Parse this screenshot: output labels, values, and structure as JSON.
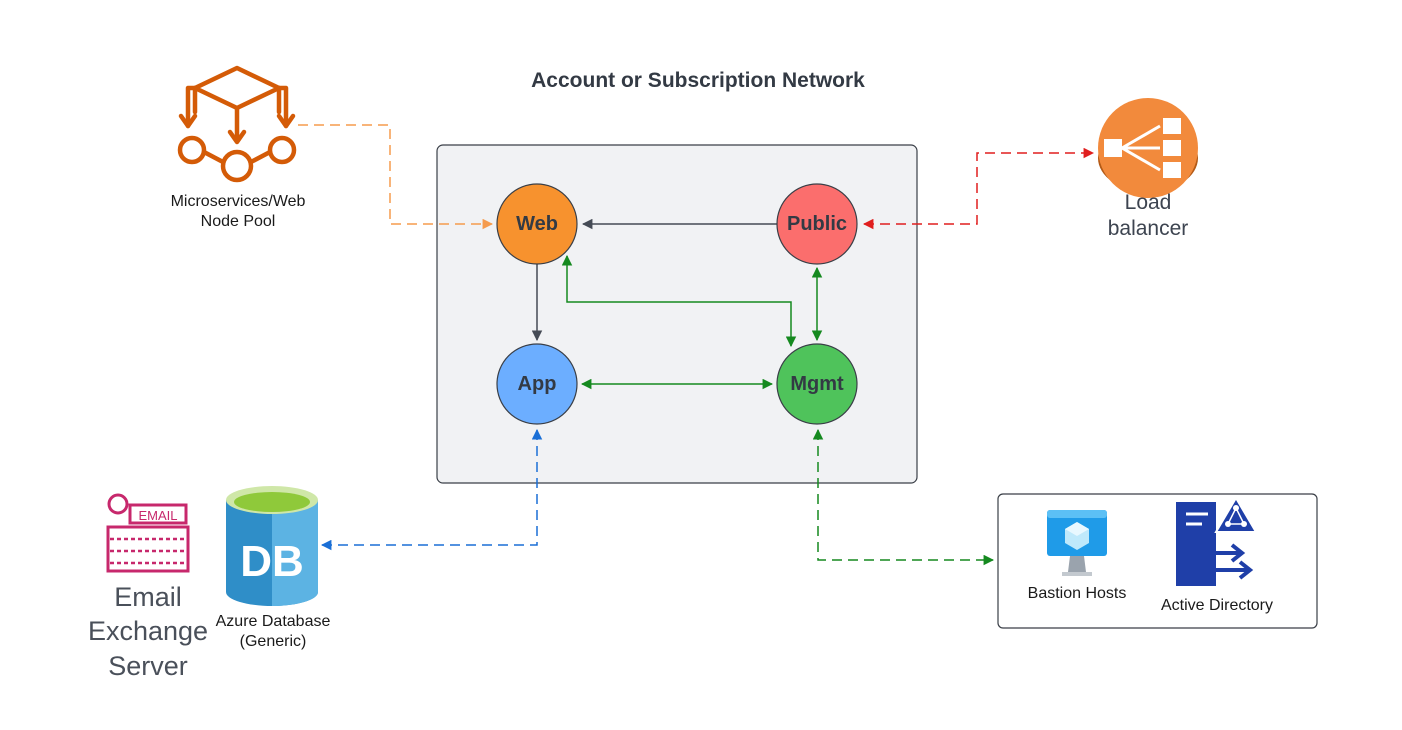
{
  "diagram": {
    "title": "Account or Subscription Network",
    "nodes": {
      "web": {
        "label": "Web",
        "color": "#f7922e"
      },
      "public": {
        "label": "Public",
        "color": "#fb6e6d"
      },
      "app": {
        "label": "App",
        "color": "#6caeff"
      },
      "mgmt": {
        "label": "Mgmt",
        "color": "#4fc35b"
      }
    },
    "external": {
      "microservices": {
        "label": "Microservices/Web Node Pool",
        "icon": "node-pool-icon",
        "color": "#d45b07"
      },
      "load_balancer": {
        "label": "Load balancer",
        "icon": "load-balancer-icon",
        "color": "#f28a3c"
      },
      "email_server": {
        "label": "Email Exchange Server",
        "icon": "email-icon",
        "badge": "EMAIL",
        "color": "#c7286c"
      },
      "database": {
        "label": "Azure Database (Generic)",
        "icon": "database-icon",
        "badge": "DB",
        "color": "#2f8ec8"
      },
      "bastion": {
        "label": "Bastion Hosts",
        "icon": "virtual-machine-icon"
      },
      "active_directory": {
        "label": "Active Directory",
        "icon": "active-directory-icon",
        "color": "#1f3fa8"
      }
    },
    "edge_colors": {
      "internal": "#454b55",
      "management": "#15891f",
      "microservices": "#f59b4d",
      "load_balancer": "#e01e1e",
      "database": "#1a6fd6",
      "mgmt_group": "#15891f"
    }
  }
}
